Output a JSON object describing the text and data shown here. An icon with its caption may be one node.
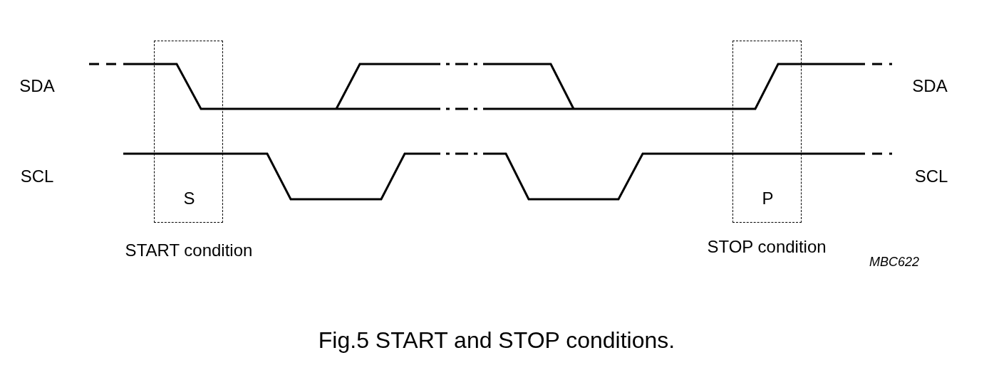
{
  "diagram": {
    "caption": "Fig.5  START and STOP conditions.",
    "nodes": [
      {
        "text": [
          "S"
        ],
        "beside": [
          "START condition"
        ]
      },
      {
        "text": [
          "P"
        ],
        "beside": [
          "STOP condition"
        ]
      }
    ],
    "edges": [],
    "labels": [
      "SDA",
      "SDA",
      "SCL",
      "SCL",
      "MBC622"
    ]
  }
}
